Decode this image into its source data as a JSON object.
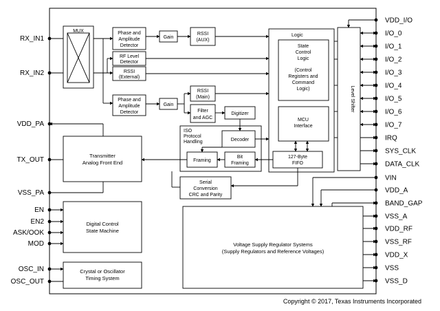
{
  "left_pins": {
    "rx_in1": "RX_IN1",
    "rx_in2": "RX_IN2",
    "vdd_pa": "VDD_PA",
    "tx_out": "TX_OUT",
    "vss_pa": "VSS_PA",
    "en": "EN",
    "en2": "EN2",
    "ask_ook": "ASK/OOK",
    "mod": "MOD",
    "osc_in": "OSC_IN",
    "osc_out": "OSC_OUT"
  },
  "right_pins": [
    "VDD_I/O",
    "I/O_0",
    "I/O_1",
    "I/O_2",
    "I/O_3",
    "I/O_4",
    "I/O_5",
    "I/O_6",
    "I/O_7",
    "IRQ",
    "SYS_CLK",
    "DATA_CLK",
    "VIN",
    "VDD_A",
    "BAND_GAP",
    "VSS_A",
    "VDD_RF",
    "VSS_RF",
    "VDD_X",
    "VSS",
    "VSS_D"
  ],
  "blocks": {
    "mux": "MUX",
    "pad1": [
      "Phase and",
      "Amplitude",
      "Detector"
    ],
    "gain1": "Gain",
    "rssi_aux": [
      "RSSI",
      "(AUX)"
    ],
    "rf_level": [
      "RF Level",
      "Detector"
    ],
    "rssi_ext": [
      "RSSI",
      "(External)"
    ],
    "pad2": [
      "Phase and",
      "Amplitude",
      "Detector"
    ],
    "gain2": "Gain",
    "rssi_main": [
      "RSSI",
      "(Main)"
    ],
    "filter_agc": [
      "Filter",
      "and AGC"
    ],
    "digitizer": "Digitizer",
    "iso": [
      "ISO",
      "Protocol",
      "Handling"
    ],
    "decoder": "Decoder",
    "framing": "Framing",
    "bit_framing": [
      "Bit",
      "Framing"
    ],
    "fifo": [
      "127-Byte",
      "FIFO"
    ],
    "logic": "Logic",
    "state_logic": [
      "State",
      "Control",
      "Logic"
    ],
    "registers": [
      "(Control",
      "Registers and",
      "Command",
      "Logic)"
    ],
    "mcu": [
      "MCU",
      "Interface"
    ],
    "level_shifter": "Level Shifter",
    "serial": [
      "Serial",
      "Conversion",
      "CRC and Parity"
    ],
    "transmitter": [
      "Transmitter",
      "Analog Front End"
    ],
    "digital_control": [
      "Digital Control",
      "State Machine"
    ],
    "crystal": [
      "Crystal or Oscillator",
      "Timing System"
    ],
    "voltage": [
      "Voltage Supply Regulator Systems",
      "(Supply Regulators and Reference Voltages)"
    ]
  },
  "copyright": "Copyright © 2017, Texas Instruments Incorporated"
}
